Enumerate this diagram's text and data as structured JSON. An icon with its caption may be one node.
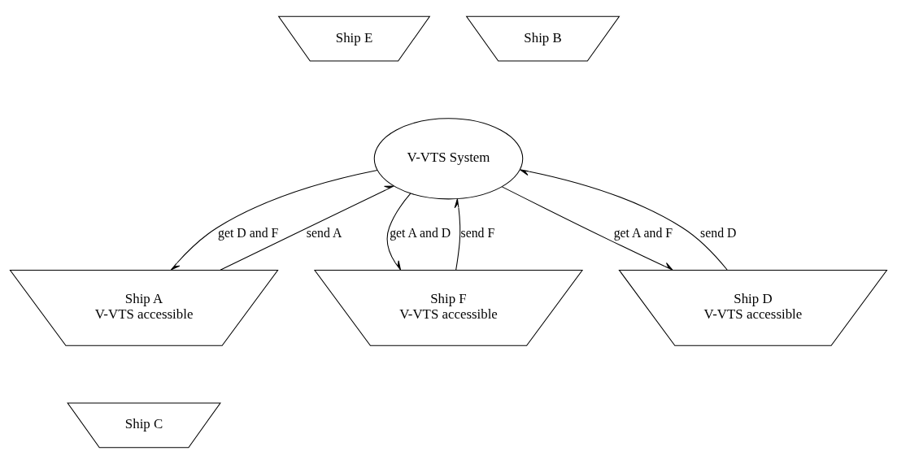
{
  "diagram": {
    "nodes": [
      {
        "text": [
          "Ship E"
        ]
      },
      {
        "text": [
          "V-VTS System"
        ]
      },
      {
        "text": [
          "Ship B"
        ]
      },
      {
        "text": [
          "Ship A",
          "V-VTS accessible"
        ]
      },
      {
        "text": [
          "Ship F",
          "V-VTS accessible"
        ]
      },
      {
        "text": [
          "Ship D",
          "V-VTS accessible"
        ]
      },
      {
        "text": [
          "Ship C"
        ]
      }
    ],
    "edges": [
      {
        "from": 3,
        "to": 1,
        "arrow": "to",
        "label": "send A"
      },
      {
        "from": 1,
        "to": 3,
        "arrow": "to",
        "label": "get D and F"
      },
      {
        "from": 5,
        "to": 1,
        "arrow": "to",
        "label": "send D"
      },
      {
        "from": 1,
        "to": 5,
        "arrow": "to",
        "label": "get A and F"
      },
      {
        "from": 4,
        "to": 1,
        "arrow": "to",
        "label": "send F"
      },
      {
        "from": 1,
        "to": 4,
        "arrow": "to",
        "label": "get A and D"
      }
    ]
  }
}
